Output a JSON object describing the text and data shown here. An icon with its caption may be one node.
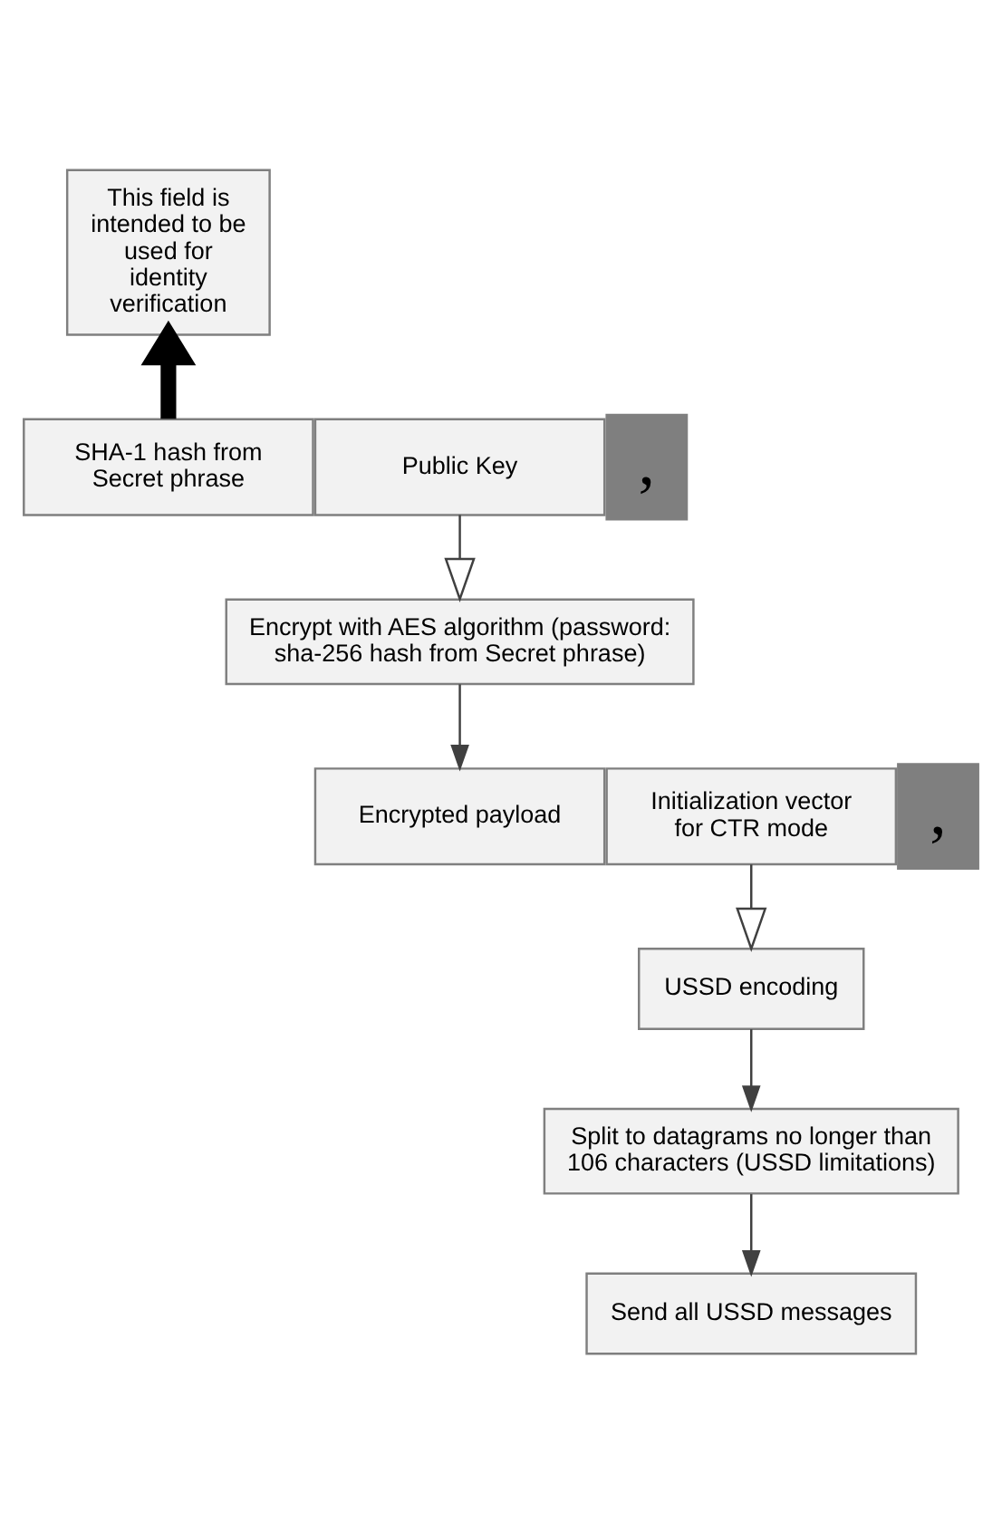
{
  "diagram": {
    "nodes": [
      {
        "text": [
          "This field is intended to be used for identity verification"
        ]
      },
      {
        "text": [
          "Public Key"
        ]
      },
      {
        "text": [
          ","
        ]
      },
      {
        "text": [
          "SHA-1 hash from Secret phrase"
        ]
      },
      {
        "text": [
          "Encrypt with AES algorithm (password: sha-256 hash from Secret phrase)"
        ]
      },
      {
        "text": [
          "Initialization vector for CTR mode"
        ]
      },
      {
        "text": [
          ","
        ]
      },
      {
        "text": [
          "Encrypted payload"
        ]
      },
      {
        "text": [
          "USSD encoding"
        ]
      },
      {
        "text": [
          "Split to datagrams no longer than 106 characters (USSD limitations)"
        ]
      },
      {
        "text": [
          "Send all USSD messages"
        ]
      }
    ],
    "edges": [
      {
        "from": 3,
        "to": 0,
        "arrow": "to",
        "style": "thick",
        "color": "#000000"
      },
      {
        "from": 1,
        "to": 4,
        "arrow": "to"
      },
      {
        "from": 4,
        "to": 7,
        "arrow": "to"
      },
      {
        "from": 5,
        "to": 8,
        "arrow": "to"
      },
      {
        "from": 8,
        "to": 9,
        "arrow": "to"
      },
      {
        "from": 9,
        "to": 10,
        "arrow": "to"
      }
    ]
  }
}
